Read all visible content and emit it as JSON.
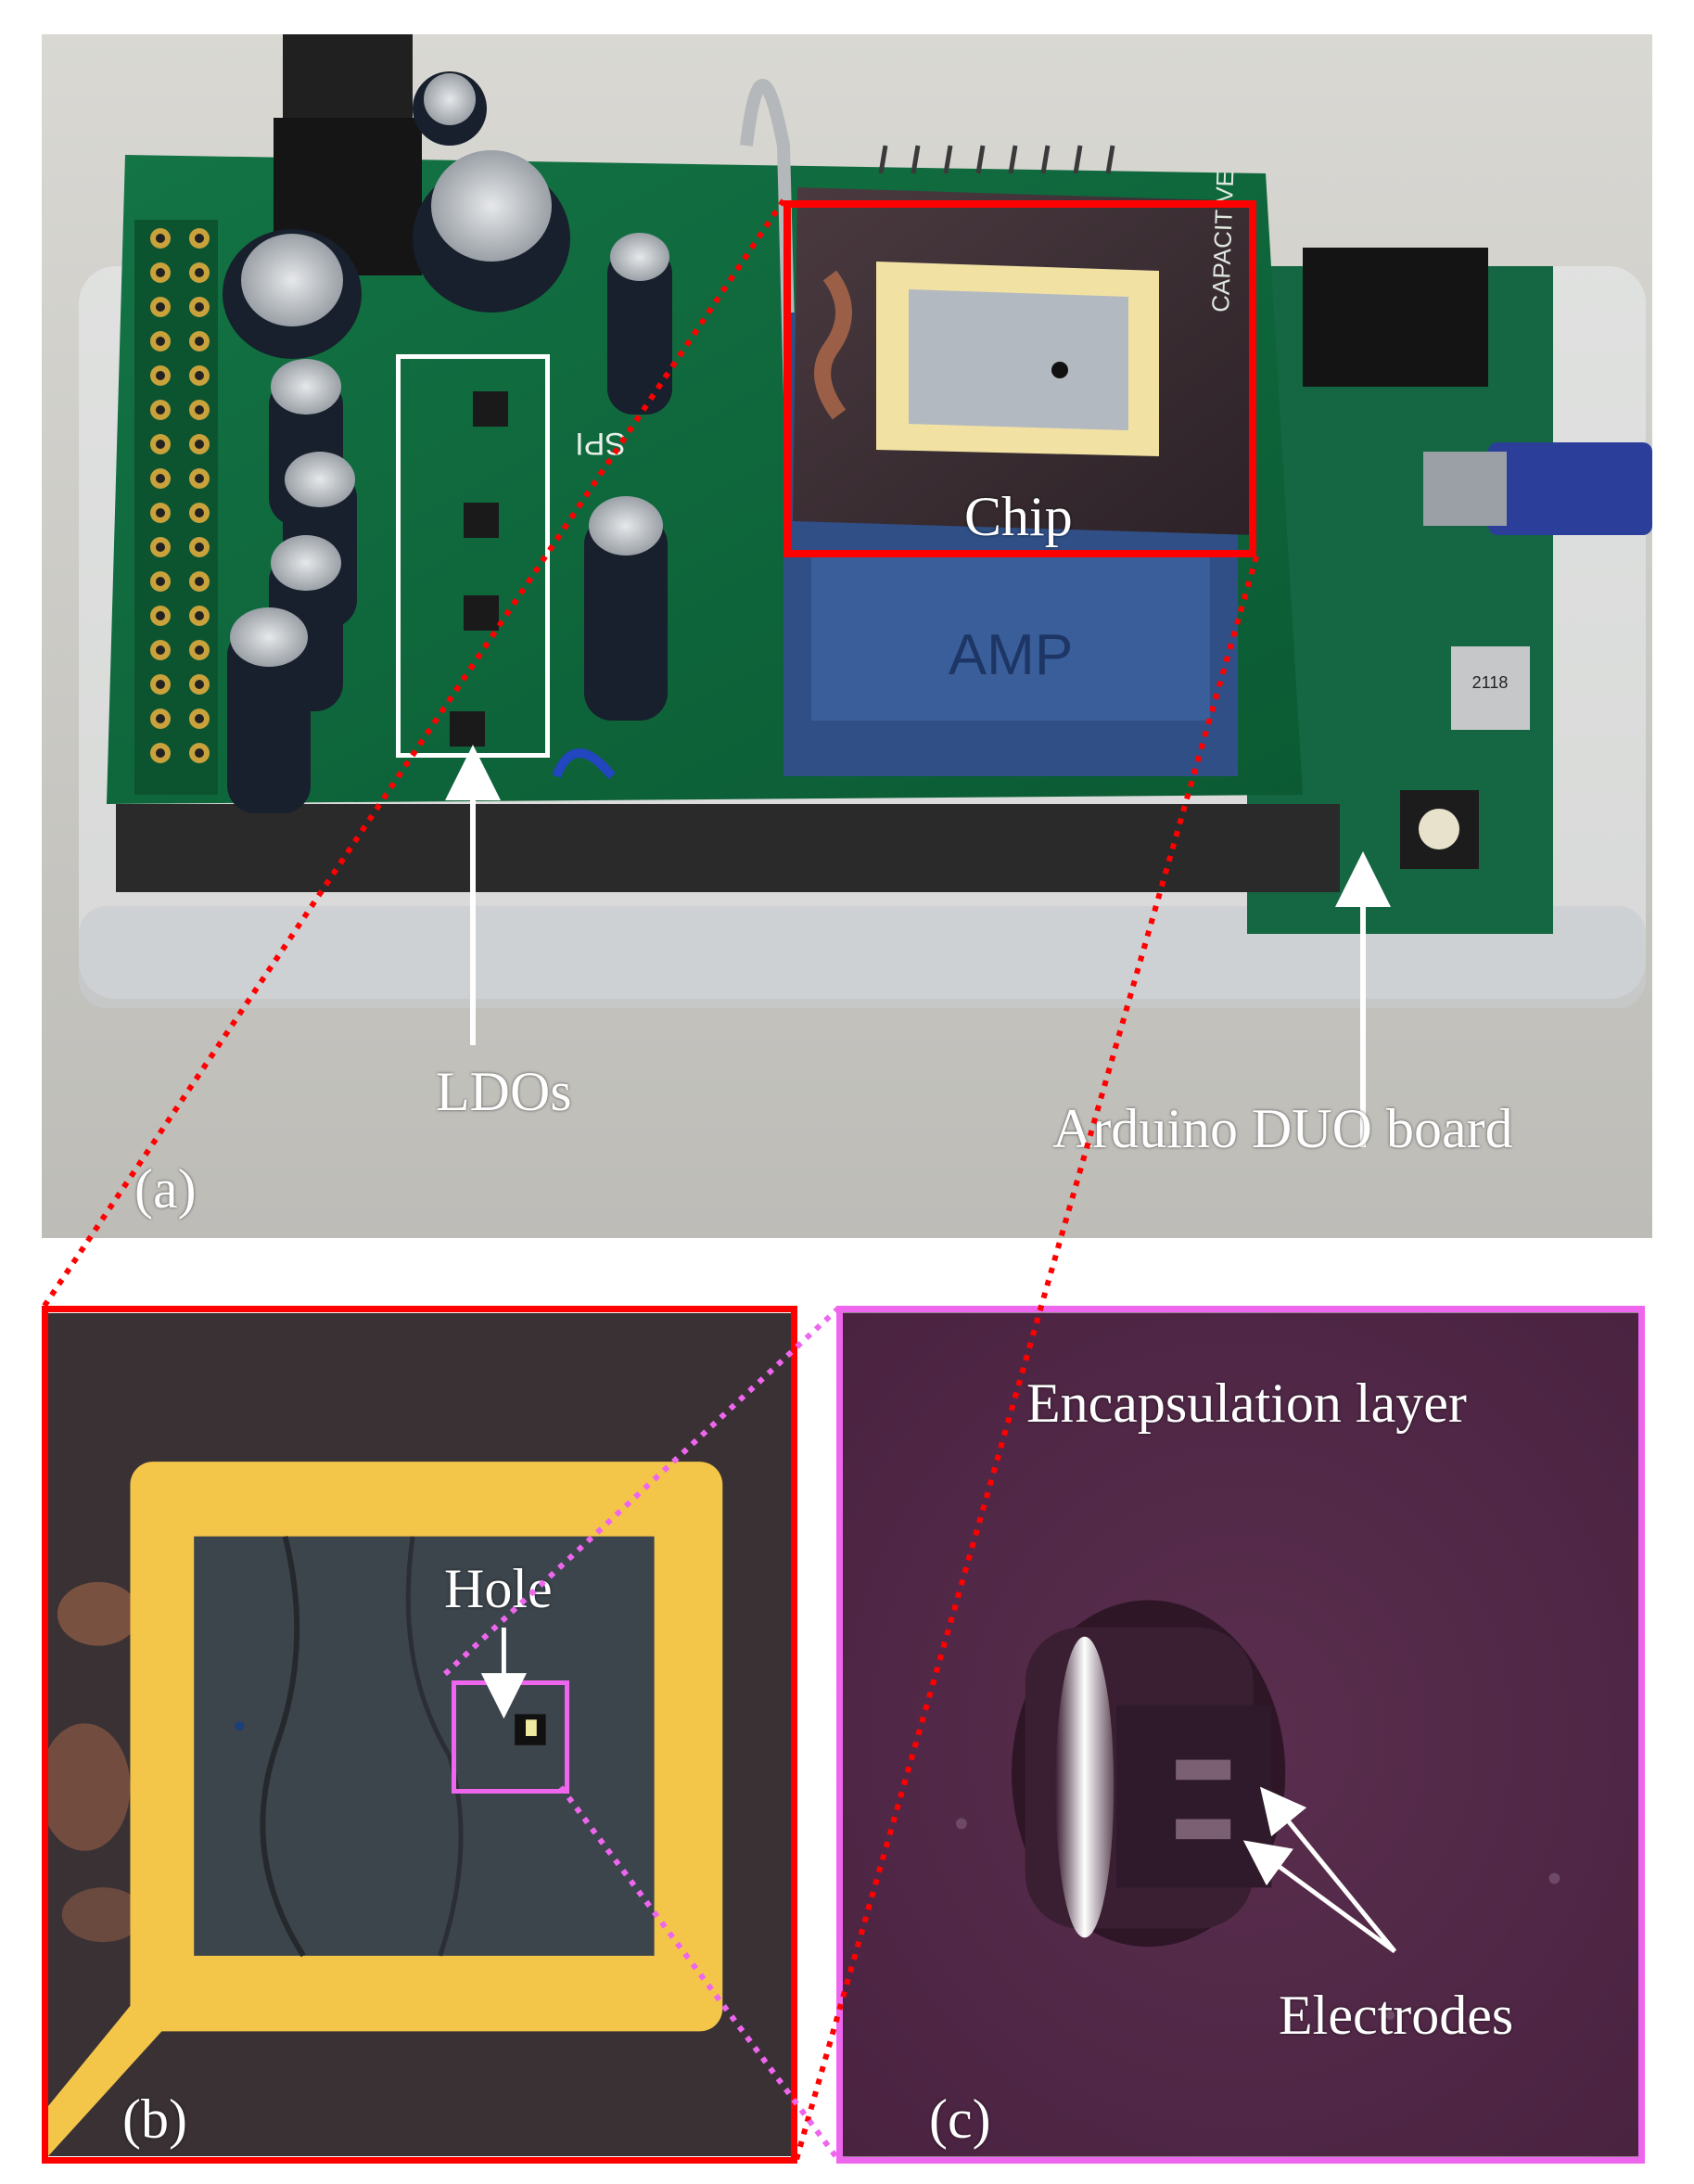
{
  "labels": {
    "chip": "Chip",
    "ldos": "LDOs",
    "arduino": "Arduino DUO board",
    "hole": "Hole",
    "encapsulation": "Encapsulation layer",
    "electrodes": "Electrodes",
    "panel_a": "(a)",
    "panel_b": "(b)",
    "panel_c": "(c)"
  },
  "pcb_text": {
    "socket_brand": "AMP",
    "pcb_capacitive": "CAPACITIVE",
    "spi": "SPI",
    "usb_chip": "2118"
  },
  "colors": {
    "chip_highlight": "#ff0000",
    "ldo_highlight": "#ffffff",
    "hole_highlight": "#ee66ee",
    "panel_b_border": "#ff0000",
    "panel_c_border": "#ee66ee",
    "pcb_green": "#0f6a3c",
    "gold_frame": "#f3c64a"
  }
}
